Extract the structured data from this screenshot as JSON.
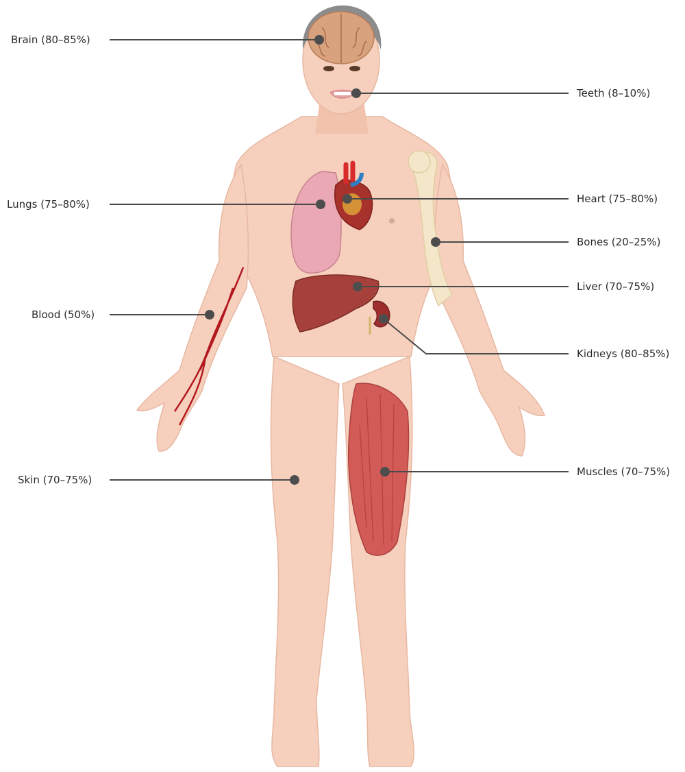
{
  "labels": {
    "brain": "Brain (80–85%)",
    "teeth": "Teeth (8–10%)",
    "lungs": "Lungs (75–80%)",
    "heart": "Heart (75–80%)",
    "bones": "Bones (20–25%)",
    "liver": "Liver (70–75%)",
    "blood": "Blood (50%)",
    "kidneys": "Kidneys (80–85%)",
    "skin": "Skin (70–75%)",
    "muscles": "Muscles (70–75%)"
  },
  "colors": {
    "skin": "#f6d0bd",
    "skin_shade": "#eab9a3",
    "hair": "#8c8c8c",
    "brain": "#d9a27e",
    "lungs": "#e9a8b3",
    "heart": "#a7322c",
    "liver": "#a5413a",
    "kidney": "#9c2f2e",
    "blood_vessel": "#b3181f",
    "bone": "#f4e6c8",
    "muscle": "#d35b57",
    "leader_line": "#4a4a4a"
  }
}
